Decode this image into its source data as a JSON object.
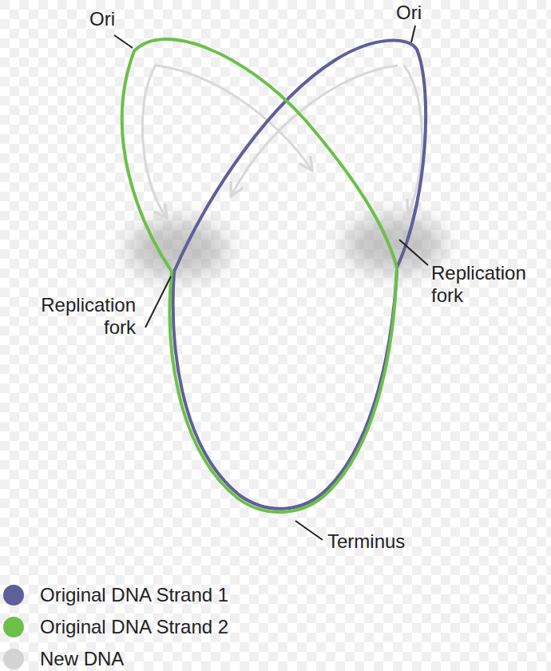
{
  "diagram": {
    "labels": [
      "Ori",
      "Ori",
      "Replication fork",
      "Replication fork",
      "Terminus"
    ],
    "legend": [
      {
        "text": "Original DNA Strand 1",
        "color": "#5f5f99"
      },
      {
        "text": "Original DNA Strand 2",
        "color": "#6cc04a"
      },
      {
        "text": "New DNA",
        "color": "#d3d3d3"
      }
    ]
  }
}
